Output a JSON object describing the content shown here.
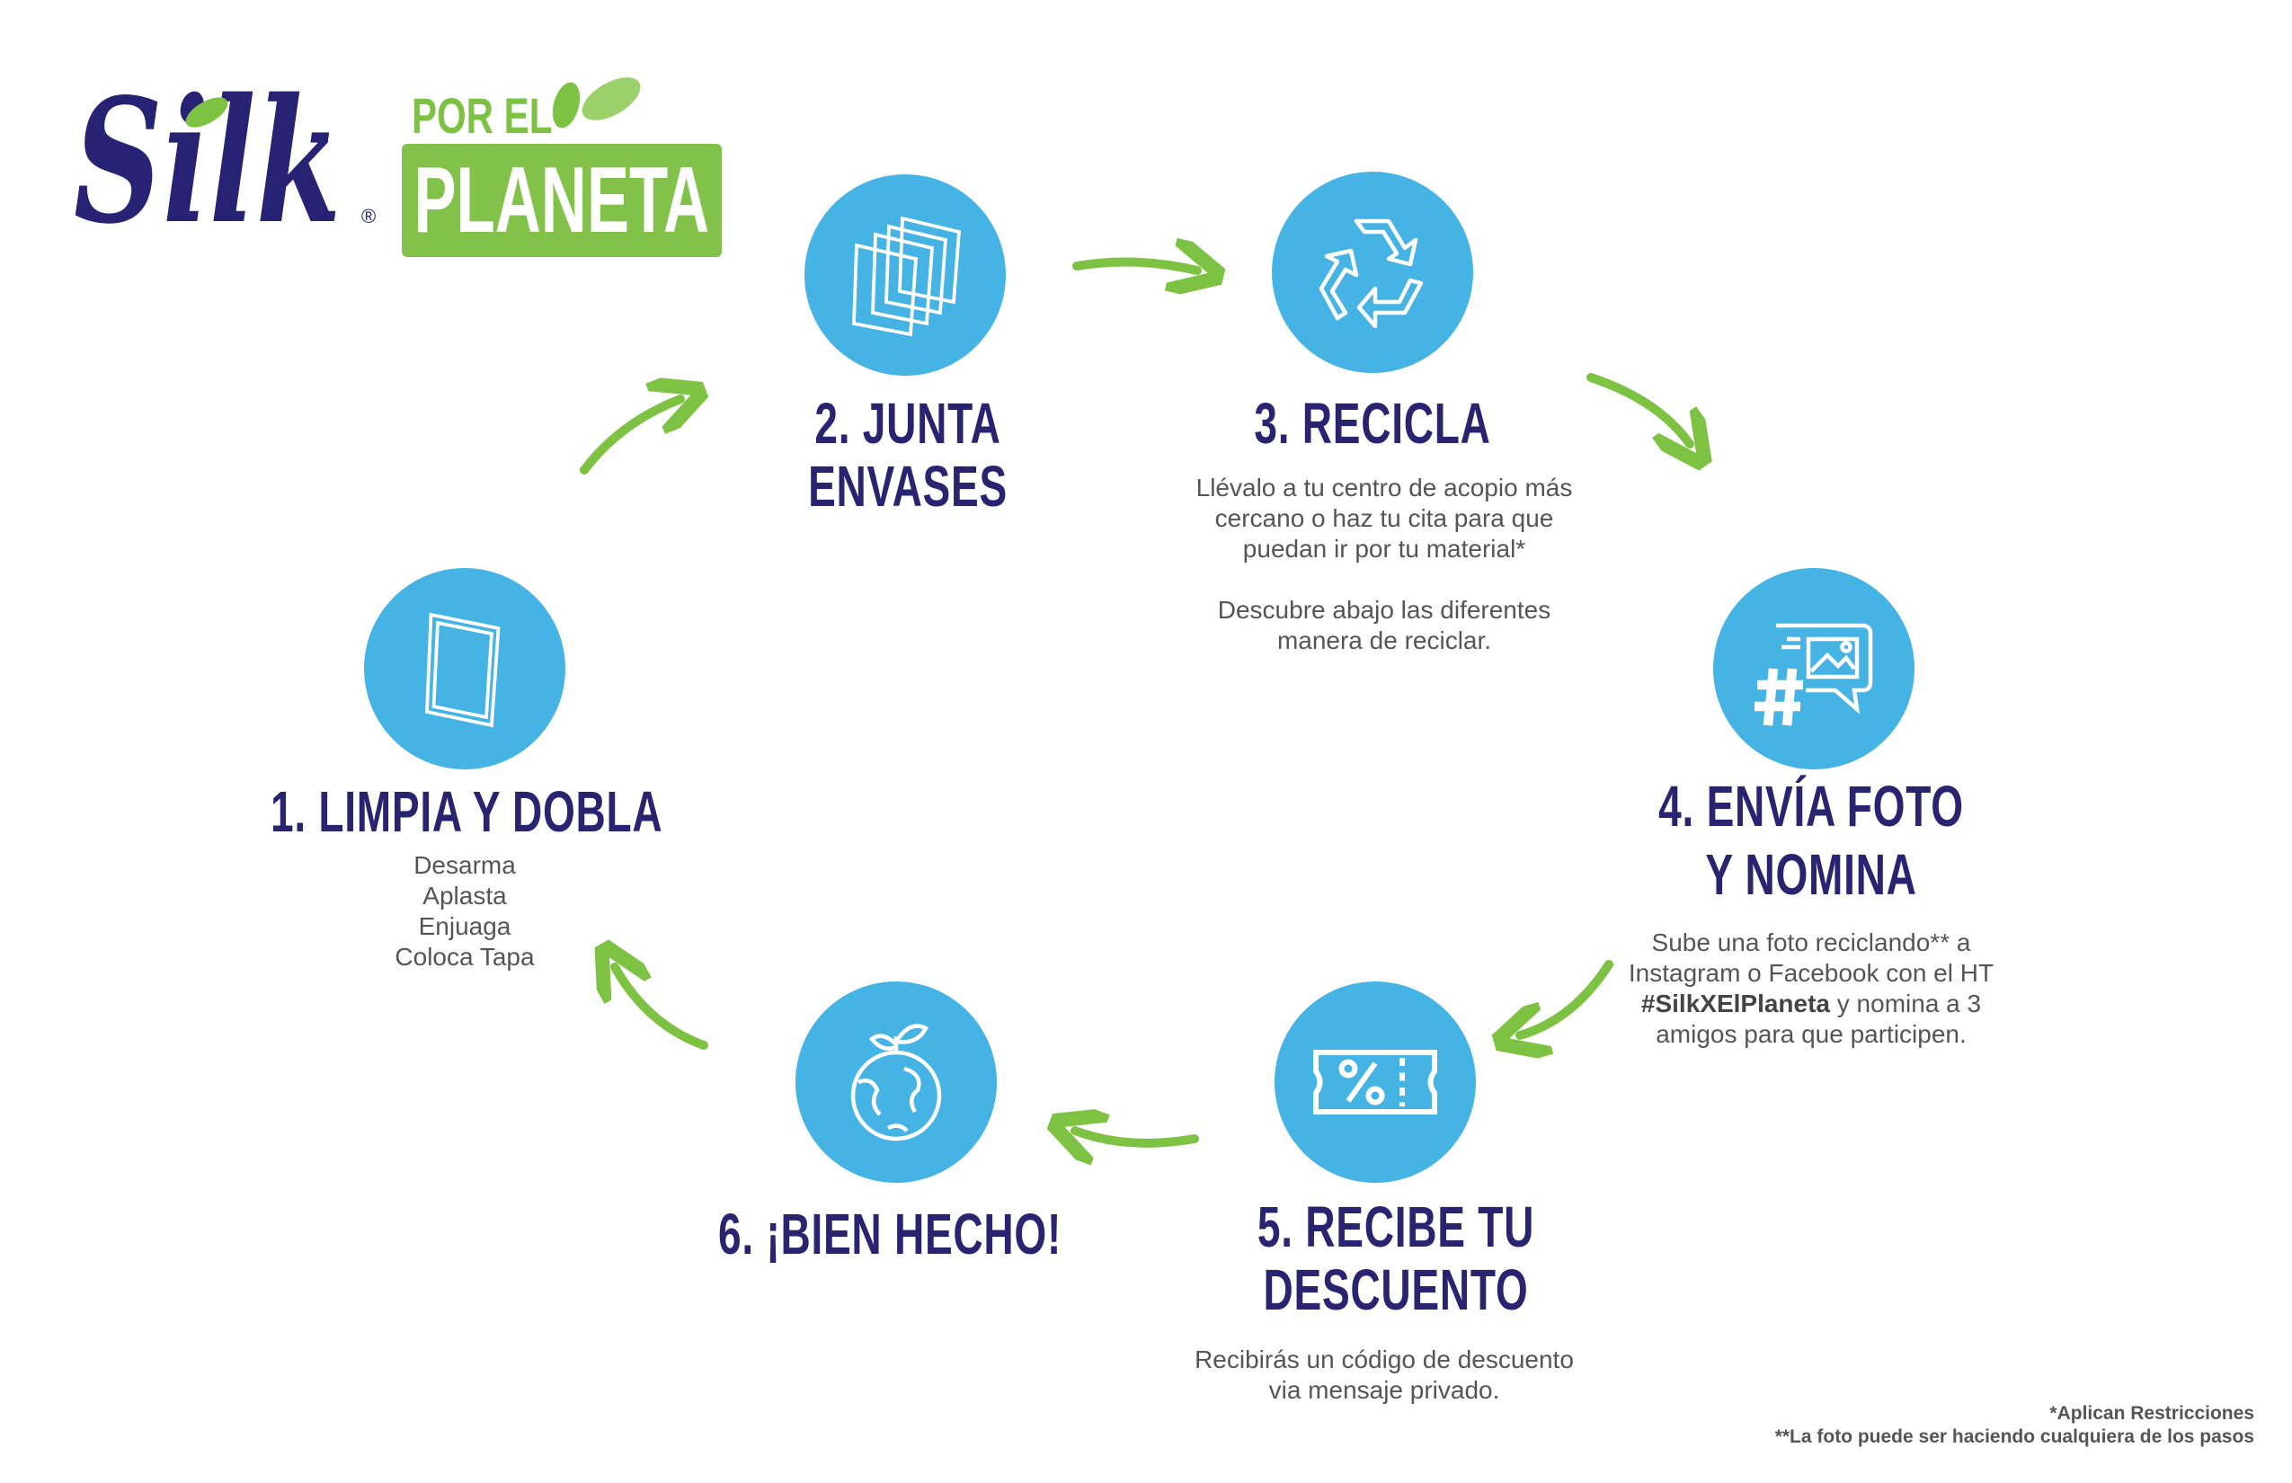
{
  "logo": {
    "brand": "Silk",
    "registered": "®",
    "tagline_top": "POR EL",
    "tagline_bottom": "PLANETA"
  },
  "colors": {
    "navy": "#2a2470",
    "blue": "#45b4e5",
    "green": "#7dc243",
    "text": "#555555"
  },
  "steps": [
    {
      "title_lines": [
        "1. LIMPIA Y DOBLA"
      ],
      "icon": "carton-icon",
      "desc_lines": [
        "Desarma",
        "Aplasta",
        "Enjuaga",
        "Coloca Tapa"
      ]
    },
    {
      "title_lines": [
        "2. JUNTA",
        "ENVASES"
      ],
      "icon": "stacked-cartons-icon",
      "desc_lines": []
    },
    {
      "title_lines": [
        "3. RECICLA"
      ],
      "icon": "recycle-icon",
      "desc_lines": [
        "Llévalo a tu centro de acopio más",
        "cercano o haz tu cita para que",
        "puedan ir por tu material*",
        "Descubre abajo las diferentes",
        "manera de reciclar."
      ]
    },
    {
      "title_lines": [
        "4. ENVÍA FOTO",
        "Y NOMINA"
      ],
      "icon": "hashtag-photo-chat-icon",
      "desc_lines": [
        "Sube una foto reciclando** a",
        "Instagram o Facebook con el HT",
        "#SilkXElPlaneta",
        " y nomina a 3",
        "amigos para que participen."
      ]
    },
    {
      "title_lines": [
        "5. RECIBE TU",
        "DESCUENTO"
      ],
      "icon": "discount-ticket-icon",
      "desc_lines": [
        "Recibirás un código de descuento",
        "via mensaje privado."
      ]
    },
    {
      "title_lines": [
        "6. ¡BIEN HECHO!"
      ],
      "icon": "earth-sprout-icon",
      "desc_lines": []
    }
  ],
  "footnotes": [
    "*Aplican Restricciones",
    "**La foto puede ser haciendo cualquiera de los pasos"
  ]
}
